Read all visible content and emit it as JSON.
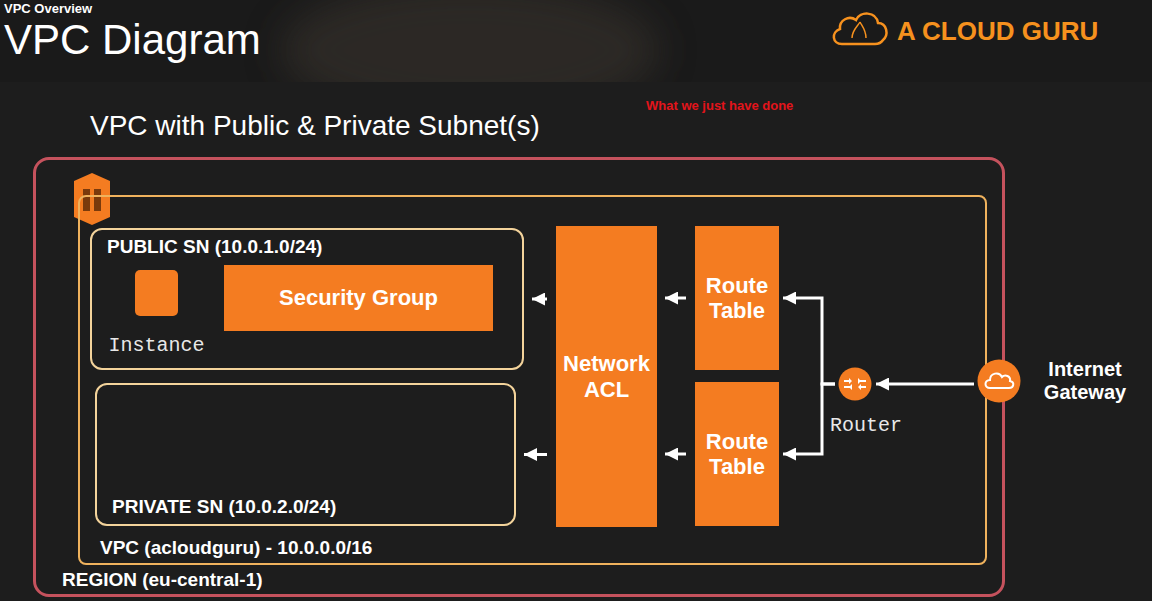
{
  "diagram": {
    "title": "VPC Diagram",
    "nodes": [
      {
        "text": [
          "REGION (eu-central-1)"
        ]
      },
      {
        "text": [
          "VPC (acloudguru) - 10.0.0.0/16"
        ],
        "in": 0
      },
      {
        "text": [
          "PUBLIC SN (10.0.1.0/24)"
        ],
        "in": 1
      },
      {
        "text": [
          "Instance"
        ],
        "in": 2
      },
      {
        "text": [
          "Security Group"
        ],
        "in": 2
      },
      {
        "text": [
          "PRIVATE SN (10.0.2.0/24)"
        ],
        "in": 1
      },
      {
        "text": [
          "Network ACL"
        ],
        "in": 1
      },
      {
        "text": [
          "Route Table"
        ],
        "in": 1
      },
      {
        "text": [
          "Route Table"
        ],
        "in": 1
      },
      {
        "text": [
          "Router"
        ],
        "in": 1
      },
      {
        "text": [
          "Internet Gateway"
        ]
      }
    ],
    "edges": [
      {
        "from": 10,
        "to": 9,
        "arrow": "to"
      },
      {
        "from": 9,
        "to": 7,
        "arrow": "to"
      },
      {
        "from": 9,
        "to": 8,
        "arrow": "to"
      },
      {
        "from": 7,
        "to": 6,
        "arrow": "to"
      },
      {
        "from": 8,
        "to": 6,
        "arrow": "to"
      },
      {
        "from": 6,
        "to": 2,
        "arrow": "to"
      },
      {
        "from": 6,
        "to": 5,
        "arrow": "to"
      }
    ],
    "labels": [
      "VPC Overview",
      "A CLOUD GURU",
      "What we just have done",
      "VPC with Public & Private Subnet(s)"
    ]
  }
}
